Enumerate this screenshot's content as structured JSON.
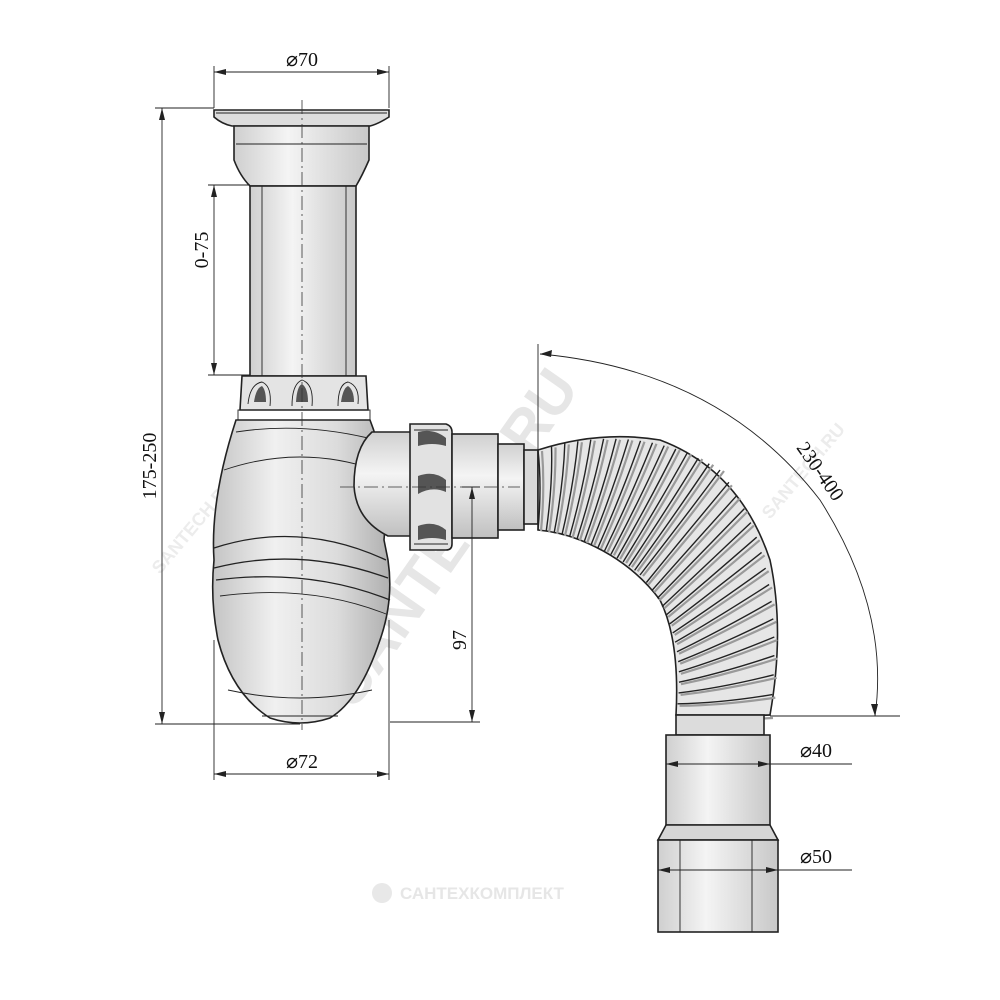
{
  "dimensions": {
    "top_diameter": "⌀70",
    "bottom_diameter": "⌀72",
    "total_height": "175-250",
    "pipe_adjust": "0-75",
    "outlet_height": "97",
    "hose_length": "230-400",
    "outlet_40": "⌀40",
    "outlet_50": "⌀50"
  },
  "watermarks": {
    "diagonal": "SANTECH.RU",
    "small_left": "SANTECH.RU",
    "small_right": "SANTECH.RU",
    "bottom": "САНТЕХКОМПЛЕКТ"
  },
  "colors": {
    "line": "#222222",
    "fill_light": "#eeeeee",
    "fill_mid": "#d9d9d9",
    "fill_dark": "#b8b8b8",
    "watermark": "#e6e6e6"
  }
}
